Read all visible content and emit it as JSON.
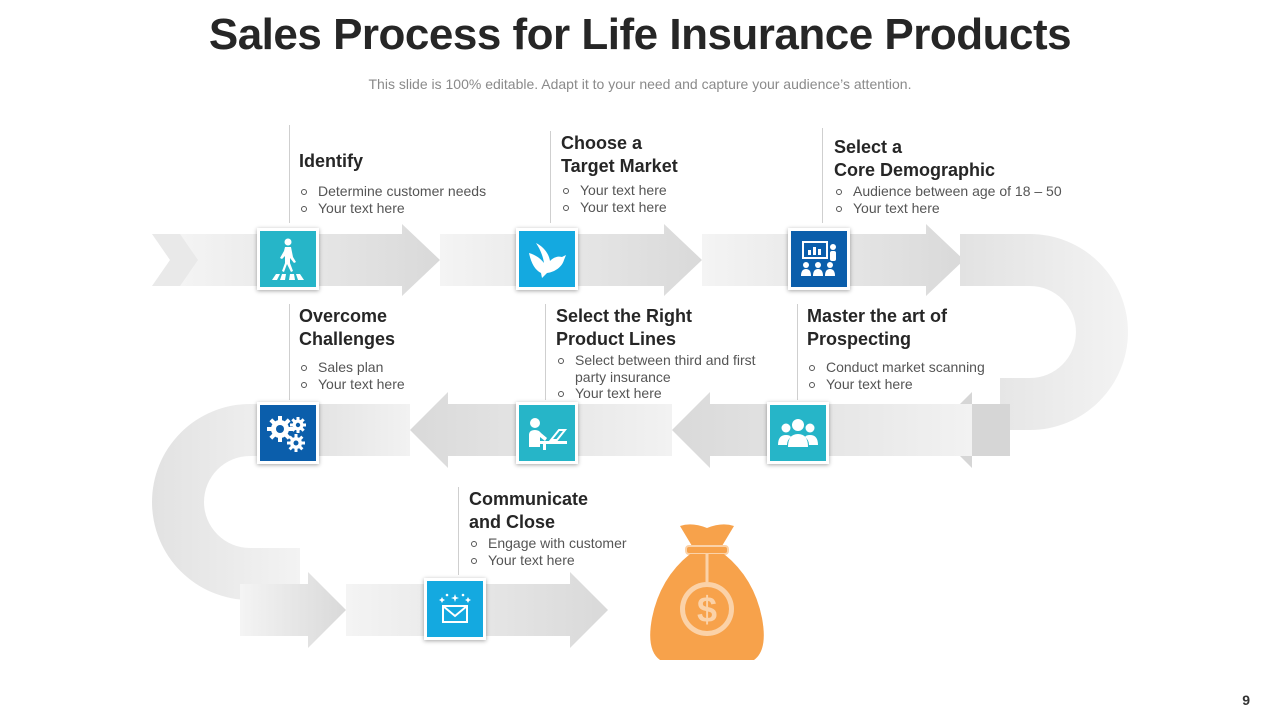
{
  "title": "Sales Process for Life Insurance Products",
  "subtitle": "This slide is 100% editable. Adapt it to your need and capture your audience’s attention.",
  "page_number": "9",
  "colors": {
    "teal": "#26b5c8",
    "sky": "#14a9e0",
    "navy": "#0b5eab",
    "orange": "#f7a24b",
    "arrow_gray": "#dcdcdc"
  },
  "steps": [
    {
      "id": "identify",
      "title_lines": [
        "Identify"
      ],
      "bullets": [
        "Determine customer needs",
        "Your text here"
      ],
      "icon": "pedestrian-crossing-icon",
      "color": "#26b5c8"
    },
    {
      "id": "target-market",
      "title_lines": [
        "Choose a",
        "Target Market"
      ],
      "bullets": [
        "Your text here",
        "Your text here"
      ],
      "icon": "dove-icon",
      "color": "#14a9e0"
    },
    {
      "id": "core-demographic",
      "title_lines": [
        "Select a",
        "Core Demographic"
      ],
      "bullets": [
        "Audience between age of 18 – 50",
        "Your text here"
      ],
      "icon": "presentation-audience-icon",
      "color": "#0b5eab"
    },
    {
      "id": "prospecting",
      "title_lines": [
        "Master the art of",
        "Prospecting"
      ],
      "bullets": [
        "Conduct market scanning",
        "Your text here"
      ],
      "icon": "user-group-icon",
      "color": "#26b5c8"
    },
    {
      "id": "product-lines",
      "title_lines": [
        "Select the Right",
        "Product Lines"
      ],
      "bullets": [
        "Select between third and first party insurance",
        "Your text here"
      ],
      "icon": "person-laptop-icon",
      "color": "#26b5c8"
    },
    {
      "id": "challenges",
      "title_lines": [
        "Overcome",
        "Challenges"
      ],
      "bullets": [
        "Sales plan",
        "Your text here"
      ],
      "icon": "gears-icon",
      "color": "#0b5eab"
    },
    {
      "id": "close",
      "title_lines": [
        "Communicate",
        "and Close"
      ],
      "bullets": [
        "Engage with customer",
        "Your text here"
      ],
      "icon": "envelope-sparkle-icon",
      "color": "#14a9e0"
    }
  ],
  "goal_icon": "money-bag-icon"
}
